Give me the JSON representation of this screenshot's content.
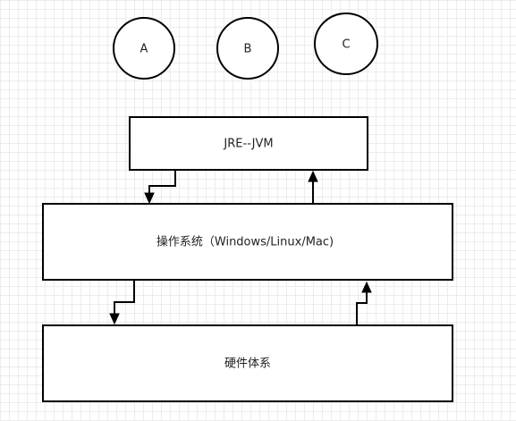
{
  "nodes": {
    "circle_a": {
      "label": "A"
    },
    "circle_b": {
      "label": "B"
    },
    "circle_c": {
      "label": "C"
    },
    "jre_box": {
      "label": "JRE--JVM"
    },
    "os_box": {
      "label": "操作系统（Windows/Linux/Mac)"
    },
    "hw_box": {
      "label": "硬件体系"
    }
  },
  "edges": [
    {
      "from": "jre_box",
      "to": "os_box"
    },
    {
      "from": "os_box",
      "to": "jre_box"
    },
    {
      "from": "os_box",
      "to": "hw_box"
    },
    {
      "from": "hw_box",
      "to": "os_box"
    }
  ]
}
